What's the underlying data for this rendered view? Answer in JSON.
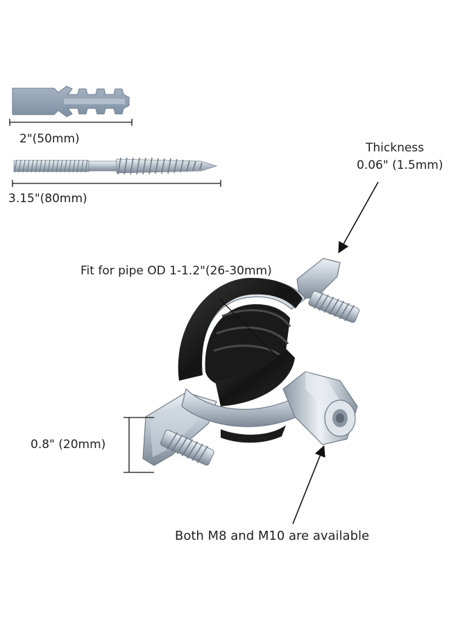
{
  "labels": {
    "anchor_length": "2\"(50mm)",
    "screw_length": "3.15\"(80mm)",
    "thickness_title": "Thickness",
    "thickness_value": "0.06\" (1.5mm)",
    "pipe_fit": "Fit for pipe OD 1-1.2\"(26-30mm)",
    "height": "0.8\" (20mm)",
    "thread_note": "Both M8 and M10 are available"
  },
  "colors": {
    "anchor_plastic": "#8e9fb3",
    "metal_light": "#d9dfe6",
    "metal_mid": "#aeb8c3",
    "metal_dark": "#6f7b87",
    "rubber": "#1b1b1b",
    "line": "#111111"
  }
}
